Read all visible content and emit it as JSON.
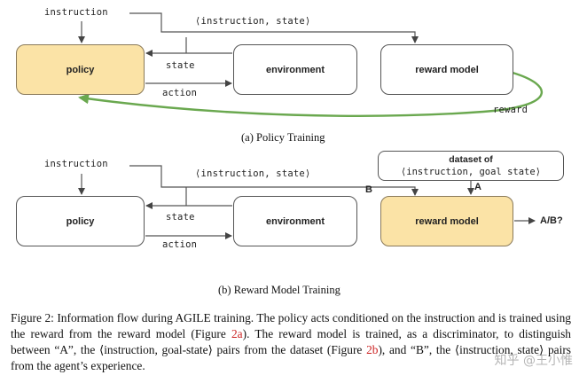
{
  "diagram_a": {
    "boxes": {
      "policy": "policy",
      "environment": "environment",
      "reward_model": "reward model"
    },
    "labels": {
      "instruction": "instruction",
      "instruction_state": "⟨instruction, state⟩",
      "state": "state",
      "action": "action",
      "reward": "reward"
    },
    "subcaption": "(a) Policy Training"
  },
  "diagram_b": {
    "boxes": {
      "policy": "policy",
      "environment": "environment",
      "reward_model": "reward model"
    },
    "dataset": {
      "title": "dataset of",
      "body": "⟨instruction, goal state⟩"
    },
    "labels": {
      "instruction": "instruction",
      "instruction_state": "⟨instruction, state⟩",
      "state": "state",
      "action": "action",
      "B": "B",
      "A": "A",
      "output": "A/B?"
    },
    "subcaption": "(b) Reward Model Training"
  },
  "caption": {
    "lead": "Figure 2: Information flow during AGILE training. The policy acts conditioned on the instruction and is trained using the reward from the reward model (Figure ",
    "ref_a": "2a",
    "mid1": "). The reward model is trained, as a discriminator, to distinguish between “A”, the ⟨instruction, goal-state⟩ pairs from the dataset (Figure ",
    "ref_b": "2b",
    "tail": "), and “B”, the ⟨instruction, state⟩ pairs from the agent’s experience."
  },
  "watermark": "知乎 @王小惟",
  "colors": {
    "highlight": "#fbe3a6",
    "reward_arrow": "#6aa84f",
    "reference": "#cc2222"
  }
}
